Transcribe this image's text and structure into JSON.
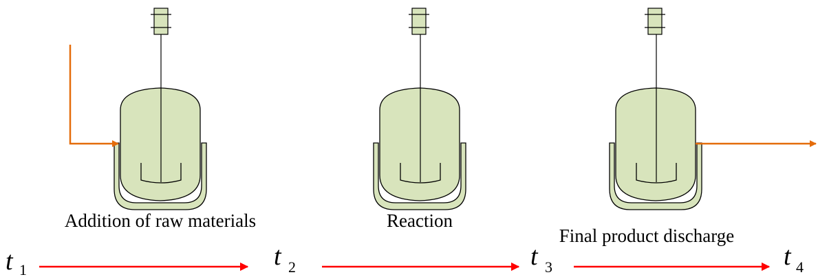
{
  "stages": [
    {
      "label": "Addition of raw materials",
      "flow": "in"
    },
    {
      "label": "Reaction",
      "flow": "none"
    },
    {
      "label": "Final product discharge",
      "flow": "out"
    }
  ],
  "time_points": [
    {
      "symbol": "t",
      "subscript": "1"
    },
    {
      "symbol": "t",
      "subscript": "2"
    },
    {
      "symbol": "t",
      "subscript": "3"
    },
    {
      "symbol": "t",
      "subscript": "4"
    }
  ],
  "colors": {
    "vessel_fill": "#d8e4bc",
    "feed_line": "#e46c0a",
    "time_arrow": "#ff0000"
  }
}
